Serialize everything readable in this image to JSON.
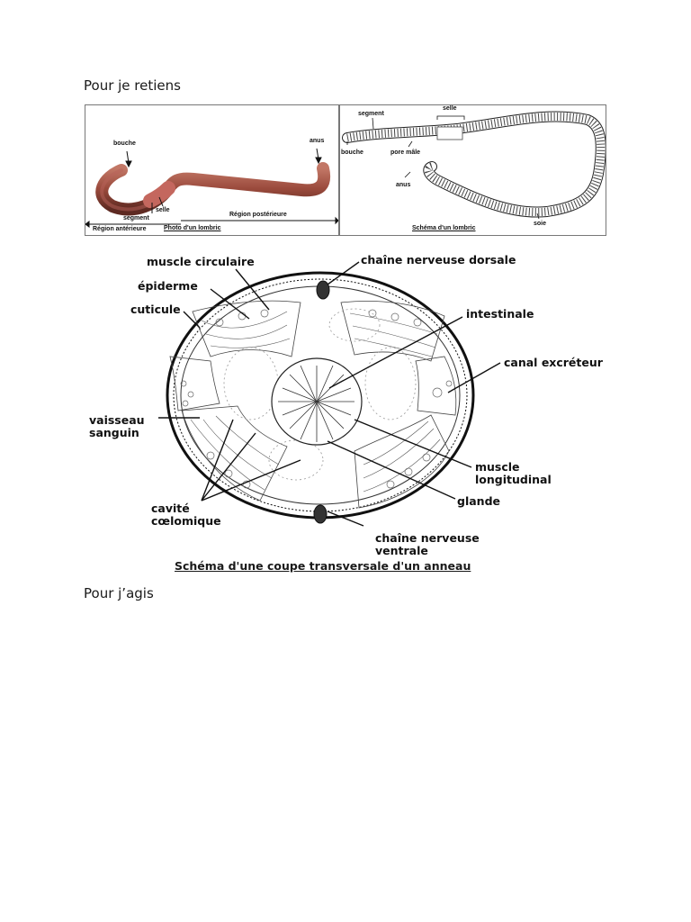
{
  "document": {
    "heading_1": "Pour je retiens",
    "heading_2": "Pour j’agis"
  },
  "photo_panel": {
    "labels": {
      "bouche": "bouche",
      "anus": "anus",
      "selle": "selle",
      "segment": "segment",
      "region_posterieure": "Région postérieure",
      "region_anterieure": "Région antérieure"
    },
    "caption": "Photo d'un lombric"
  },
  "schema_panel": {
    "labels": {
      "segment": "segment",
      "selle": "selle",
      "bouche": "bouche",
      "pore_male": "pore mâle",
      "anus": "anus",
      "soie": "soie"
    },
    "caption": "Schéma d'un lombric"
  },
  "cross_section": {
    "labels": {
      "muscle_circulaire": "muscle circulaire",
      "chaine_dorsale": "chaîne nerveuse dorsale",
      "epiderme": "épiderme",
      "cuticule": "cuticule",
      "intestinale": "intestinale",
      "canal_excreteur": "canal excréteur",
      "vaisseau_1": "vaisseau",
      "vaisseau_2": "sanguin",
      "muscle_long_1": "muscle",
      "muscle_long_2": "longitudinal",
      "glande": "glande",
      "cavite_1": "cavité",
      "cavite_2": "cœlomique",
      "chaine_ventrale_1": "chaîne nerveuse",
      "chaine_ventrale_2": "ventrale"
    },
    "caption": "Schéma d'une coupe transversale d'un anneau"
  },
  "colors": {
    "worm_body": "#9a4a3c",
    "worm_dark": "#5e2a22",
    "ink": "#1a1a1a"
  }
}
